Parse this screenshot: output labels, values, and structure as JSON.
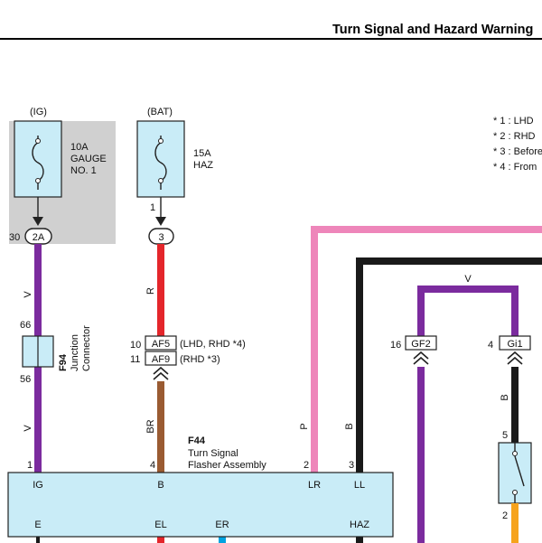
{
  "header": {
    "title": "Turn Signal and Hazard Warning"
  },
  "notes": [
    "* 1 : LHD",
    "* 2 : RHD",
    "* 3 : Before",
    "* 4 : From"
  ],
  "fuses": {
    "ig": {
      "source": "(IG)",
      "rating": "10A",
      "name1": "GAUGE",
      "name2": "NO. 1",
      "pin": "30",
      "connector": "2A"
    },
    "bat": {
      "source": "(BAT)",
      "rating": "15A",
      "name1": "HAZ",
      "pin": "1",
      "connector": "3"
    }
  },
  "wire_colors": {
    "v": "V",
    "r": "R",
    "br": "BR",
    "p": "P",
    "b": "B"
  },
  "colors": {
    "violet": "#7b2b9e",
    "red": "#e4262b",
    "brown": "#9a5b32",
    "pink": "#ee86ba",
    "black": "#1a1a1a",
    "orange": "#f6a31c",
    "fill_blue": "#c9ecf7",
    "fill_grey": "#d0d0d0"
  },
  "junction": {
    "id": "F94",
    "name1": "Junction",
    "name2": "Connector",
    "pin_top": "66",
    "pin_bottom": "56"
  },
  "connectors": {
    "af5": {
      "pin": "10",
      "code": "AF5",
      "note": "(LHD, RHD *4)"
    },
    "af9": {
      "pin": "11",
      "code": "AF9",
      "note": "(RHD *3)"
    },
    "gf2": {
      "pin": "16",
      "code": "GF2"
    },
    "gi1": {
      "pin": "4",
      "code": "Gi1"
    }
  },
  "flasher": {
    "id": "F44",
    "name1": "Turn Signal",
    "name2": "Flasher Assembly",
    "pins_top": [
      {
        "num": "1",
        "label": "IG"
      },
      {
        "num": "4",
        "label": "B"
      },
      {
        "num": "2",
        "label": "LR"
      },
      {
        "num": "3",
        "label": "LL"
      }
    ],
    "pins_bottom": [
      "E",
      "EL",
      "ER",
      "HAZ"
    ]
  },
  "switch": {
    "pin_top": "5",
    "pin_bottom": "2"
  }
}
